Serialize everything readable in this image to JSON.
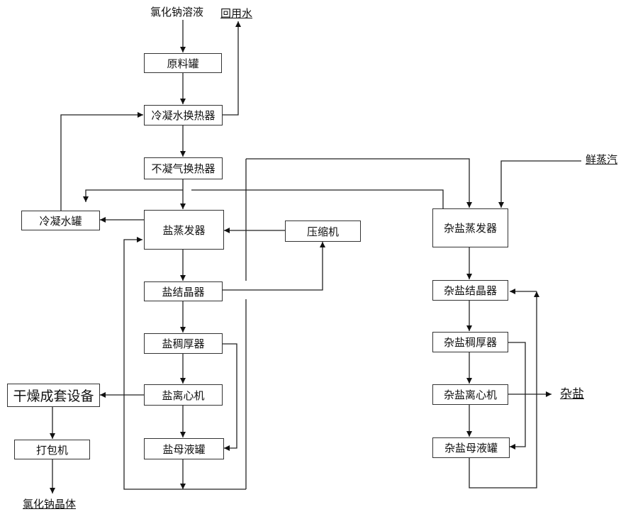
{
  "inputs": {
    "nacl_solution": "氯化钠溶液",
    "reuse_water": "回用水",
    "fresh_steam": "鲜蒸汽"
  },
  "boxes": {
    "raw_tank": "原料罐",
    "condensate_hx": "冷凝水换热器",
    "noncond_hx": "不凝气换热器",
    "condensate_tank": "冷凝水罐",
    "salt_evaporator": "盐蒸发器",
    "compressor": "压缩机",
    "salt_crystallizer": "盐结晶器",
    "salt_thickener": "盐稠厚器",
    "salt_centrifuge": "盐离心机",
    "salt_mother_tank": "盐母液罐",
    "dryer": "干燥成套设备",
    "packer": "打包机",
    "mixed_evaporator": "杂盐蒸发器",
    "mixed_crystallizer": "杂盐结晶器",
    "mixed_thickener": "杂盐稠厚器",
    "mixed_centrifuge": "杂盐离心机",
    "mixed_mother_tank": "杂盐母液罐"
  },
  "outputs": {
    "nacl_crystal": "氯化钠晶体",
    "mixed_salt": "杂盐"
  }
}
